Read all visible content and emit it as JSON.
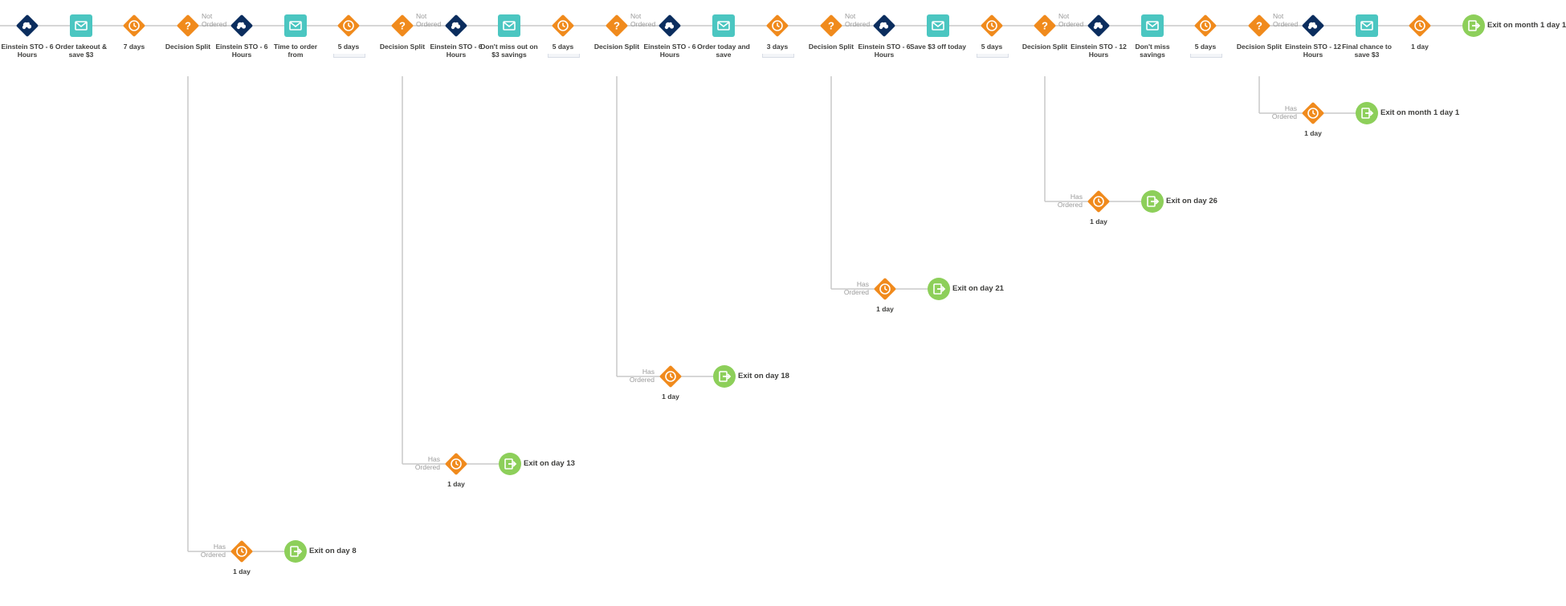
{
  "journey": {
    "main_path": [
      {
        "type": "einstein",
        "label": "Einstein STO - 6 Hours",
        "icon": "einstein-sto-icon"
      },
      {
        "type": "email",
        "label": "Order takeout & save $3",
        "icon": "email-icon"
      },
      {
        "type": "wait",
        "label": "7 days",
        "icon": "clock-icon"
      },
      {
        "type": "decision",
        "label": "Decision Split",
        "icon": "question-icon"
      },
      {
        "type": "einstein",
        "label": "Einstein STO - 6 Hours",
        "icon": "einstein-sto-icon"
      },
      {
        "type": "email",
        "label": "Time to order from",
        "icon": "email-icon"
      },
      {
        "type": "wait",
        "label": "5 days",
        "icon": "clock-icon"
      },
      {
        "type": "decision",
        "label": "Decision Split",
        "icon": "question-icon"
      },
      {
        "type": "einstein",
        "label": "Einstein STO - 6 Hours",
        "icon": "einstein-sto-icon"
      },
      {
        "type": "email",
        "label": "Don't miss out on $3 savings",
        "icon": "email-icon"
      },
      {
        "type": "wait",
        "label": "5 days",
        "icon": "clock-icon"
      },
      {
        "type": "decision",
        "label": "Decision Split",
        "icon": "question-icon"
      },
      {
        "type": "einstein",
        "label": "Einstein STO - 6 Hours",
        "icon": "einstein-sto-icon"
      },
      {
        "type": "email",
        "label": "Order today and save",
        "icon": "email-icon"
      },
      {
        "type": "wait",
        "label": "3 days",
        "icon": "clock-icon"
      },
      {
        "type": "decision",
        "label": "Decision Split",
        "icon": "question-icon"
      },
      {
        "type": "einstein",
        "label": "Einstein STO - 6 Hours",
        "icon": "einstein-sto-icon"
      },
      {
        "type": "email",
        "label": "Save $3 off today",
        "icon": "email-icon"
      },
      {
        "type": "wait",
        "label": "5 days",
        "icon": "clock-icon"
      },
      {
        "type": "decision",
        "label": "Decision Split",
        "icon": "question-icon"
      },
      {
        "type": "einstein",
        "label": "Einstein STO - 12 Hours",
        "icon": "einstein-sto-icon"
      },
      {
        "type": "email",
        "label": "Don't miss savings",
        "icon": "email-icon"
      },
      {
        "type": "wait",
        "label": "5 days",
        "icon": "clock-icon"
      },
      {
        "type": "decision",
        "label": "Decision Split",
        "icon": "question-icon"
      },
      {
        "type": "einstein",
        "label": "Einstein STO - 12 Hours",
        "icon": "einstein-sto-icon"
      },
      {
        "type": "email",
        "label": "Final chance to save $3",
        "icon": "email-icon"
      },
      {
        "type": "wait",
        "label": "1 day",
        "icon": "clock-icon"
      },
      {
        "type": "exit",
        "label": "Exit on month 1 day 1",
        "icon": "exit-icon"
      }
    ],
    "branches": [
      {
        "decision_index": 3,
        "label": "Has Ordered",
        "wait_label": "1 day",
        "exit_label": "Exit on day 8"
      },
      {
        "decision_index": 7,
        "label": "Has Ordered",
        "wait_label": "1 day",
        "exit_label": "Exit on day 13"
      },
      {
        "decision_index": 11,
        "label": "Has Ordered",
        "wait_label": "1 day",
        "exit_label": "Exit on day 18"
      },
      {
        "decision_index": 15,
        "label": "Has Ordered",
        "wait_label": "1 day",
        "exit_label": "Exit on day 21"
      },
      {
        "decision_index": 19,
        "label": "Has Ordered",
        "wait_label": "1 day",
        "exit_label": "Exit on day 26"
      },
      {
        "decision_index": 23,
        "label": "Has Ordered",
        "wait_label": "1 day",
        "exit_label": "Exit on month 1 day 1"
      }
    ],
    "not_ordered_label": "Not Ordered",
    "colors": {
      "einstein": "#0b2d5e",
      "email": "#4bc6c1",
      "wait": "#f08a1c",
      "decision": "#f08a1c",
      "exit": "#8dcf5a",
      "connector": "#c9c9c9",
      "label_text": "#3e3e3c",
      "branch_text": "#9a9a9a"
    }
  }
}
